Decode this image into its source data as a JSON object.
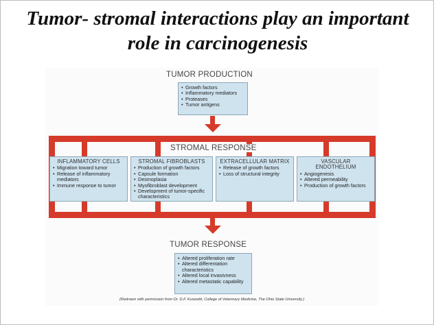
{
  "slide": {
    "title_line1": "Tumor- stromal interactions play an important",
    "title_line2": "role in carcinogenesis"
  },
  "diagram": {
    "top_label": "TUMOR PRODUCTION",
    "top_items": [
      "Growth factors",
      "Inflammatory mediators",
      "Proteases",
      "Tumor antigens"
    ],
    "middle_label": "STROMAL RESPONSE",
    "categories": [
      {
        "heading": "INFLAMMATORY CELLS",
        "items": [
          "Migration toward tumor",
          "Release of inflammatory mediators",
          "Immune response to tumor"
        ]
      },
      {
        "heading": "STROMAL FIBROBLASTS",
        "items": [
          "Production of growth factors",
          "Capsule formation",
          "Desmoplasia",
          "Myofibroblast development",
          "Development of tumor-specific characteristics"
        ]
      },
      {
        "heading": "EXTRACELLULAR MATRIX",
        "items": [
          "Release of growth factors",
          "Loss of structural integrity"
        ]
      },
      {
        "heading": "VASCULAR ENDOTHELIUM",
        "items": [
          "Angiogenesis",
          "Altered permeability",
          "Production of growth factors"
        ]
      }
    ],
    "bottom_label": "TUMOR RESPONSE",
    "bottom_items": [
      "Altered proliferation rate",
      "Altered differentation characteristics",
      "Altered local invasivness",
      "Altered metastatic capability"
    ],
    "caption": "(Redrawn with permission from Dr. D.F. Kusewitt, College of Veterinary Medicine, The Ohio State University.)"
  },
  "colors": {
    "arrow_red": "#d63a2a",
    "box_fill": "#cfe3ef",
    "box_border": "#8aa7b8"
  }
}
